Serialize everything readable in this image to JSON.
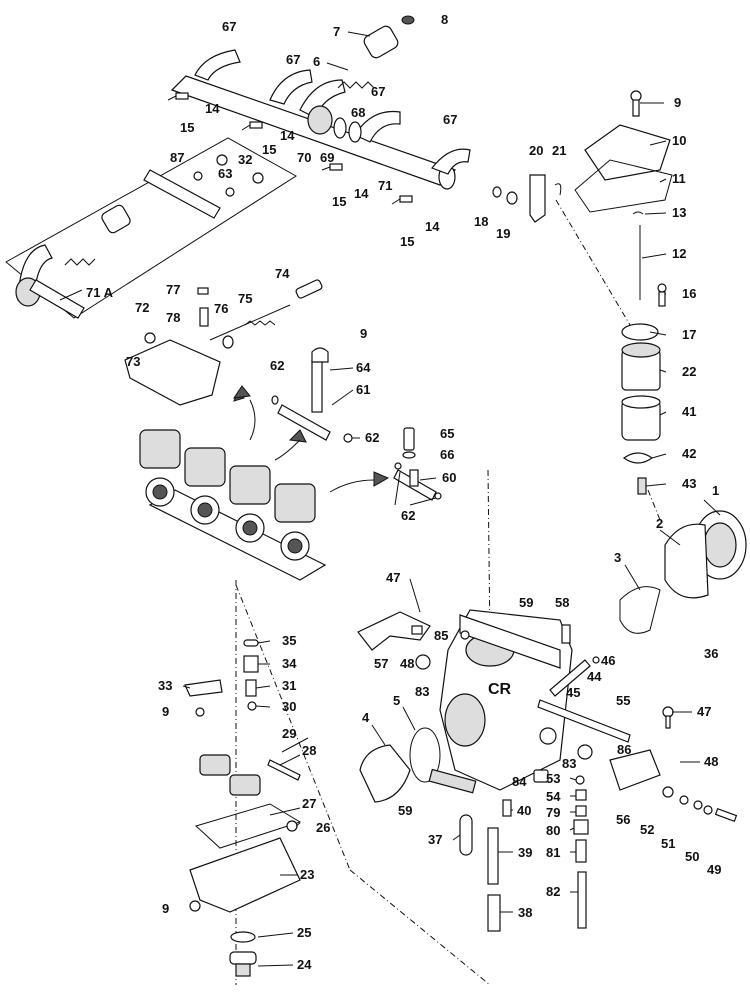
{
  "parts": [
    {
      "id": "p1",
      "label": "1"
    },
    {
      "id": "p2",
      "label": "2"
    },
    {
      "id": "p3",
      "label": "3"
    },
    {
      "id": "p4",
      "label": "4"
    },
    {
      "id": "p5",
      "label": "5"
    },
    {
      "id": "p6",
      "label": "6"
    },
    {
      "id": "p7",
      "label": "7"
    },
    {
      "id": "p8",
      "label": "8"
    },
    {
      "id": "p9a",
      "label": "9"
    },
    {
      "id": "p9b",
      "label": "9"
    },
    {
      "id": "p9c",
      "label": "9"
    },
    {
      "id": "p9d",
      "label": "9"
    },
    {
      "id": "p10",
      "label": "10"
    },
    {
      "id": "p11",
      "label": "11"
    },
    {
      "id": "p12",
      "label": "12"
    },
    {
      "id": "p13",
      "label": "13"
    },
    {
      "id": "p14a",
      "label": "14"
    },
    {
      "id": "p14b",
      "label": "14"
    },
    {
      "id": "p14c",
      "label": "14"
    },
    {
      "id": "p14d",
      "label": "14"
    },
    {
      "id": "p15a",
      "label": "15"
    },
    {
      "id": "p15b",
      "label": "15"
    },
    {
      "id": "p15c",
      "label": "15"
    },
    {
      "id": "p15d",
      "label": "15"
    },
    {
      "id": "p16",
      "label": "16"
    },
    {
      "id": "p17",
      "label": "17"
    },
    {
      "id": "p18",
      "label": "18"
    },
    {
      "id": "p19",
      "label": "19"
    },
    {
      "id": "p20",
      "label": "20"
    },
    {
      "id": "p21",
      "label": "21"
    },
    {
      "id": "p22",
      "label": "22"
    },
    {
      "id": "p23",
      "label": "23"
    },
    {
      "id": "p24",
      "label": "24"
    },
    {
      "id": "p25",
      "label": "25"
    },
    {
      "id": "p26",
      "label": "26"
    },
    {
      "id": "p27",
      "label": "27"
    },
    {
      "id": "p28",
      "label": "28"
    },
    {
      "id": "p29",
      "label": "29"
    },
    {
      "id": "p30",
      "label": "30"
    },
    {
      "id": "p31",
      "label": "31"
    },
    {
      "id": "p32",
      "label": "32"
    },
    {
      "id": "p33",
      "label": "33"
    },
    {
      "id": "p34",
      "label": "34"
    },
    {
      "id": "p35",
      "label": "35"
    },
    {
      "id": "p36",
      "label": "36"
    },
    {
      "id": "p37",
      "label": "37"
    },
    {
      "id": "p38",
      "label": "38"
    },
    {
      "id": "p39",
      "label": "39"
    },
    {
      "id": "p40",
      "label": "40"
    },
    {
      "id": "p41",
      "label": "41"
    },
    {
      "id": "p42",
      "label": "42"
    },
    {
      "id": "p43",
      "label": "43"
    },
    {
      "id": "p44",
      "label": "44"
    },
    {
      "id": "p45",
      "label": "45"
    },
    {
      "id": "p46",
      "label": "46"
    },
    {
      "id": "p47a",
      "label": "47"
    },
    {
      "id": "p47b",
      "label": "47"
    },
    {
      "id": "p48a",
      "label": "48"
    },
    {
      "id": "p48b",
      "label": "48"
    },
    {
      "id": "p49",
      "label": "49"
    },
    {
      "id": "p50",
      "label": "50"
    },
    {
      "id": "p51",
      "label": "51"
    },
    {
      "id": "p52",
      "label": "52"
    },
    {
      "id": "p53",
      "label": "53"
    },
    {
      "id": "p54",
      "label": "54"
    },
    {
      "id": "p55",
      "label": "55"
    },
    {
      "id": "p56",
      "label": "56"
    },
    {
      "id": "p57",
      "label": "57"
    },
    {
      "id": "p58",
      "label": "58"
    },
    {
      "id": "p59a",
      "label": "59"
    },
    {
      "id": "p59b",
      "label": "59"
    },
    {
      "id": "p60",
      "label": "60"
    },
    {
      "id": "p61",
      "label": "61"
    },
    {
      "id": "p62a",
      "label": "62"
    },
    {
      "id": "p62b",
      "label": "62"
    },
    {
      "id": "p62c",
      "label": "62"
    },
    {
      "id": "p63",
      "label": "63"
    },
    {
      "id": "p64",
      "label": "64"
    },
    {
      "id": "p65",
      "label": "65"
    },
    {
      "id": "p66",
      "label": "66"
    },
    {
      "id": "p67a",
      "label": "67"
    },
    {
      "id": "p67b",
      "label": "67"
    },
    {
      "id": "p67c",
      "label": "67"
    },
    {
      "id": "p67d",
      "label": "67"
    },
    {
      "id": "p68",
      "label": "68"
    },
    {
      "id": "p69",
      "label": "69"
    },
    {
      "id": "p70",
      "label": "70"
    },
    {
      "id": "p71",
      "label": "71"
    },
    {
      "id": "p71a",
      "label": "71 A"
    },
    {
      "id": "p72",
      "label": "72"
    },
    {
      "id": "p73",
      "label": "73"
    },
    {
      "id": "p74",
      "label": "74"
    },
    {
      "id": "p75",
      "label": "75"
    },
    {
      "id": "p76",
      "label": "76"
    },
    {
      "id": "p77",
      "label": "77"
    },
    {
      "id": "p78",
      "label": "78"
    },
    {
      "id": "p79",
      "label": "79"
    },
    {
      "id": "p80",
      "label": "80"
    },
    {
      "id": "p81",
      "label": "81"
    },
    {
      "id": "p82",
      "label": "82"
    },
    {
      "id": "p83a",
      "label": "83"
    },
    {
      "id": "p83b",
      "label": "83"
    },
    {
      "id": "p84",
      "label": "84"
    },
    {
      "id": "p85",
      "label": "85"
    },
    {
      "id": "p86",
      "label": "86"
    },
    {
      "id": "p87",
      "label": "87"
    }
  ],
  "carb_body_mark": "CR"
}
